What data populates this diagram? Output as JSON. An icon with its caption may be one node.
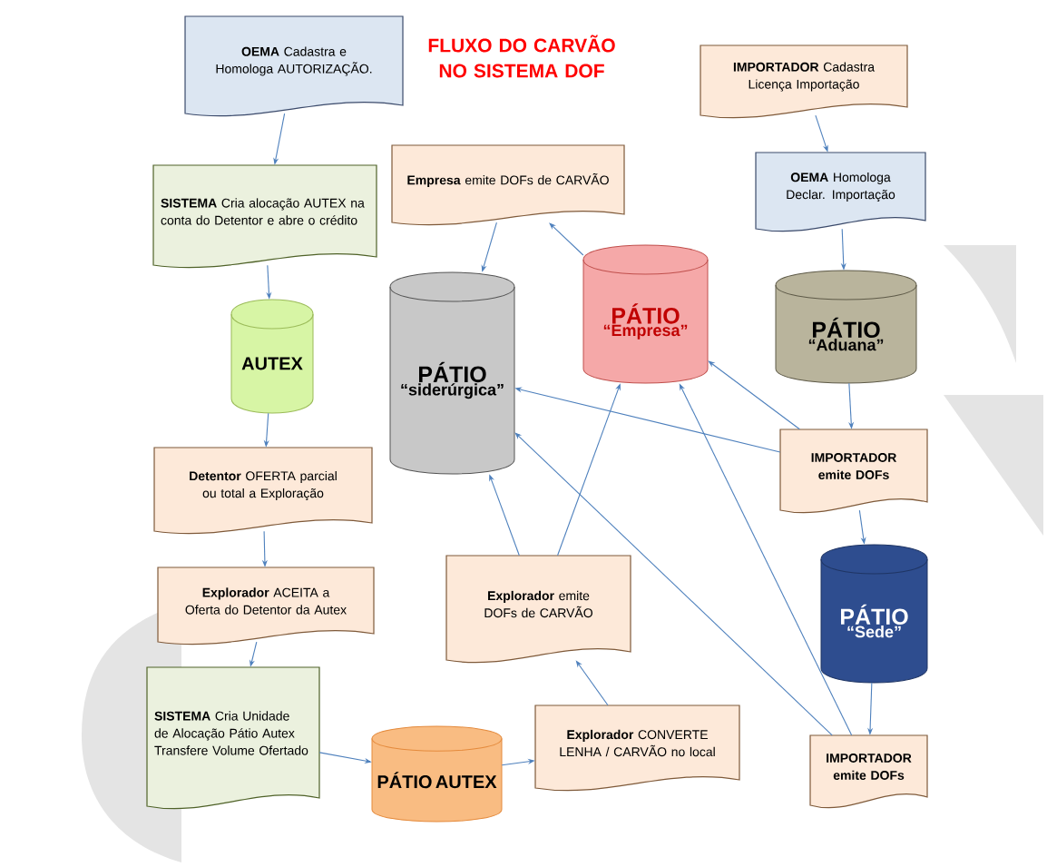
{
  "diagram": {
    "title": "FLUXO DO CARVÃO NO SISTEMA DOF",
    "nodes": [
      {
        "text": [
          "**OEMA** Cadastra e Homologa AUTORIZAÇÃO."
        ]
      },
      {
        "text": [
          "**SISTEMA** Cria alocação AUTEX na conta do Detentor e abre o crédito"
        ]
      },
      {
        "text": [
          "AUTEX"
        ]
      },
      {
        "text": [
          "**Detentor** OFERTA parcial ou total a Exploração"
        ]
      },
      {
        "text": [
          "**Explorador** ACEITA a Oferta do Detentor da Autex"
        ]
      },
      {
        "text": [
          "**SISTEMA** Cria Unidade de Alocação Pátio Autex Transfere Volume Ofertado"
        ]
      },
      {
        "text": [
          "PÁTIO AUTEX"
        ]
      },
      {
        "text": [
          "**Explorador** CONVERTE LENHA / CARVÃO no local"
        ]
      },
      {
        "text": [
          "**Explorador** emite DOFs de CARVÃO"
        ]
      },
      {
        "text": [
          "**Empresa** emite DOFs de CARVÃO"
        ]
      },
      {
        "text": [
          "PÁTIO",
          "“siderúrgica”"
        ]
      },
      {
        "text": [
          "PÁTIO",
          "“Empresa”"
        ]
      },
      {
        "text": [
          "**IMPORTADOR** Cadastra Licença Importação"
        ]
      },
      {
        "text": [
          "**OEMA** Homologa Declar. Importação"
        ]
      },
      {
        "text": [
          "PÁTIO",
          "“Aduana”"
        ]
      },
      {
        "text": [
          "IMPORTADOR emite DOFs"
        ]
      },
      {
        "text": [
          "PÁTIO",
          "“Sede”"
        ]
      },
      {
        "text": [
          "IMPORTADOR emite DOFs"
        ]
      }
    ],
    "edges": [
      {
        "from": 0,
        "to": 1,
        "arrow": "to"
      },
      {
        "from": 1,
        "to": 2,
        "arrow": "to"
      },
      {
        "from": 2,
        "to": 3,
        "arrow": "to"
      },
      {
        "from": 3,
        "to": 4,
        "arrow": "to"
      },
      {
        "from": 4,
        "to": 5,
        "arrow": "to"
      },
      {
        "from": 5,
        "to": 6,
        "arrow": "to"
      },
      {
        "from": 6,
        "to": 7,
        "arrow": "to"
      },
      {
        "from": 7,
        "to": 8,
        "arrow": "to"
      },
      {
        "from": 8,
        "to": 10,
        "arrow": "to"
      },
      {
        "from": 8,
        "to": 11,
        "arrow": "to"
      },
      {
        "from": 9,
        "to": 10,
        "arrow": "to"
      },
      {
        "from": 11,
        "to": 9,
        "arrow": "to"
      },
      {
        "from": 12,
        "to": 13,
        "arrow": "to"
      },
      {
        "from": 13,
        "to": 14,
        "arrow": "to"
      },
      {
        "from": 14,
        "to": 15,
        "arrow": "to"
      },
      {
        "from": 15,
        "to": 10,
        "arrow": "to"
      },
      {
        "from": 15,
        "to": 11,
        "arrow": "to"
      },
      {
        "from": 15,
        "to": 16,
        "arrow": "to"
      },
      {
        "from": 16,
        "to": 17,
        "arrow": "to"
      },
      {
        "from": 17,
        "to": 10,
        "arrow": "to"
      },
      {
        "from": 17,
        "to": 11,
        "arrow": "to"
      }
    ]
  }
}
